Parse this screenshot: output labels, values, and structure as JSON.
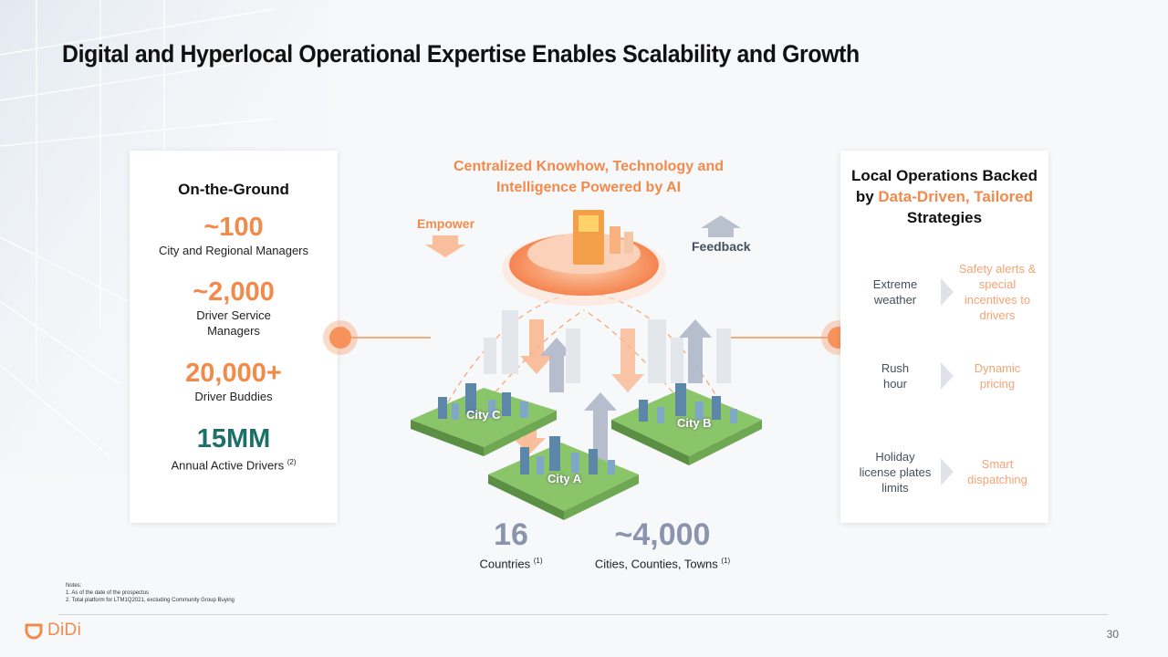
{
  "slide": {
    "title": "Digital and Hyperlocal Operational Expertise Enables Scalability and Growth",
    "page_number": "30"
  },
  "left_panel": {
    "heading": "On-the-Ground",
    "stats": [
      {
        "value": "~100",
        "label": "City and Regional Managers"
      },
      {
        "value": "~2,000",
        "label_line1": "Driver Service",
        "label_line2": "Managers"
      },
      {
        "value": "20,000+",
        "label": "Driver Buddies"
      },
      {
        "value": "15MM",
        "label": "Annual Active Drivers",
        "note": "(2)"
      }
    ]
  },
  "center": {
    "heading_line1": "Centralized Knowhow, Technology and",
    "heading_line2": "Intelligence Powered by AI",
    "empower_label": "Empower",
    "feedback_label": "Feedback",
    "cities": [
      "City C",
      "City B",
      "City A"
    ],
    "bottom_stats": [
      {
        "value": "16",
        "label": "Countries",
        "note": "(1)"
      },
      {
        "value": "~4,000",
        "label": "Cities, Counties, Towns",
        "note": "(1)"
      }
    ]
  },
  "right_panel": {
    "heading_line1": "Local Operations Backed",
    "heading_by": "by ",
    "heading_highlight": "Data-Driven, Tailored",
    "heading_line3": "Strategies",
    "rows": [
      {
        "cause_lines": [
          "Extreme",
          "weather"
        ],
        "effect_lines": [
          "Safety alerts &",
          "special",
          "incentives to",
          "drivers"
        ]
      },
      {
        "cause_lines": [
          "Rush",
          "hour"
        ],
        "effect_lines": [
          "Dynamic",
          "pricing"
        ]
      },
      {
        "cause_lines": [
          "Holiday",
          "license plates",
          "limits"
        ],
        "effect_lines": [
          "Smart",
          "dispatching"
        ]
      }
    ]
  },
  "notes": {
    "heading": "Notes:",
    "items": [
      "1. As of the date of the prospectus",
      "2. Total platform for LTM1Q2021, excluding Community Group Buying"
    ]
  },
  "footer": {
    "logo_text": "DiDi"
  },
  "colors": {
    "accent_orange": "#f28a4b",
    "teal": "#1d6f6a",
    "slate": "#8a95ad"
  }
}
